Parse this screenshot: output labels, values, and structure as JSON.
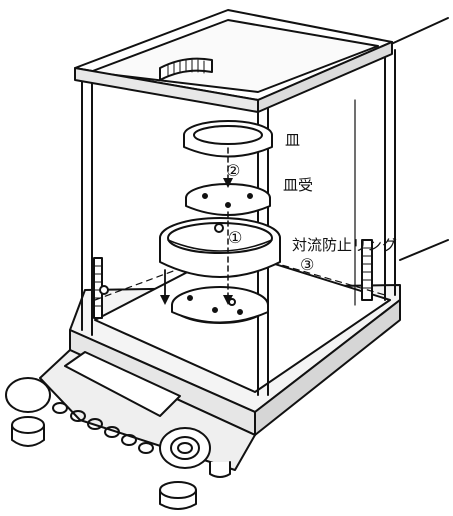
{
  "labels": {
    "pan": "皿",
    "pan_support": "皿受",
    "convection_ring": "対流防止リング",
    "step1": "①",
    "step2": "②",
    "step3": "③"
  },
  "colors": {
    "line": "#111111",
    "fill": "#ffffff",
    "shade": "#d9d9d9"
  }
}
